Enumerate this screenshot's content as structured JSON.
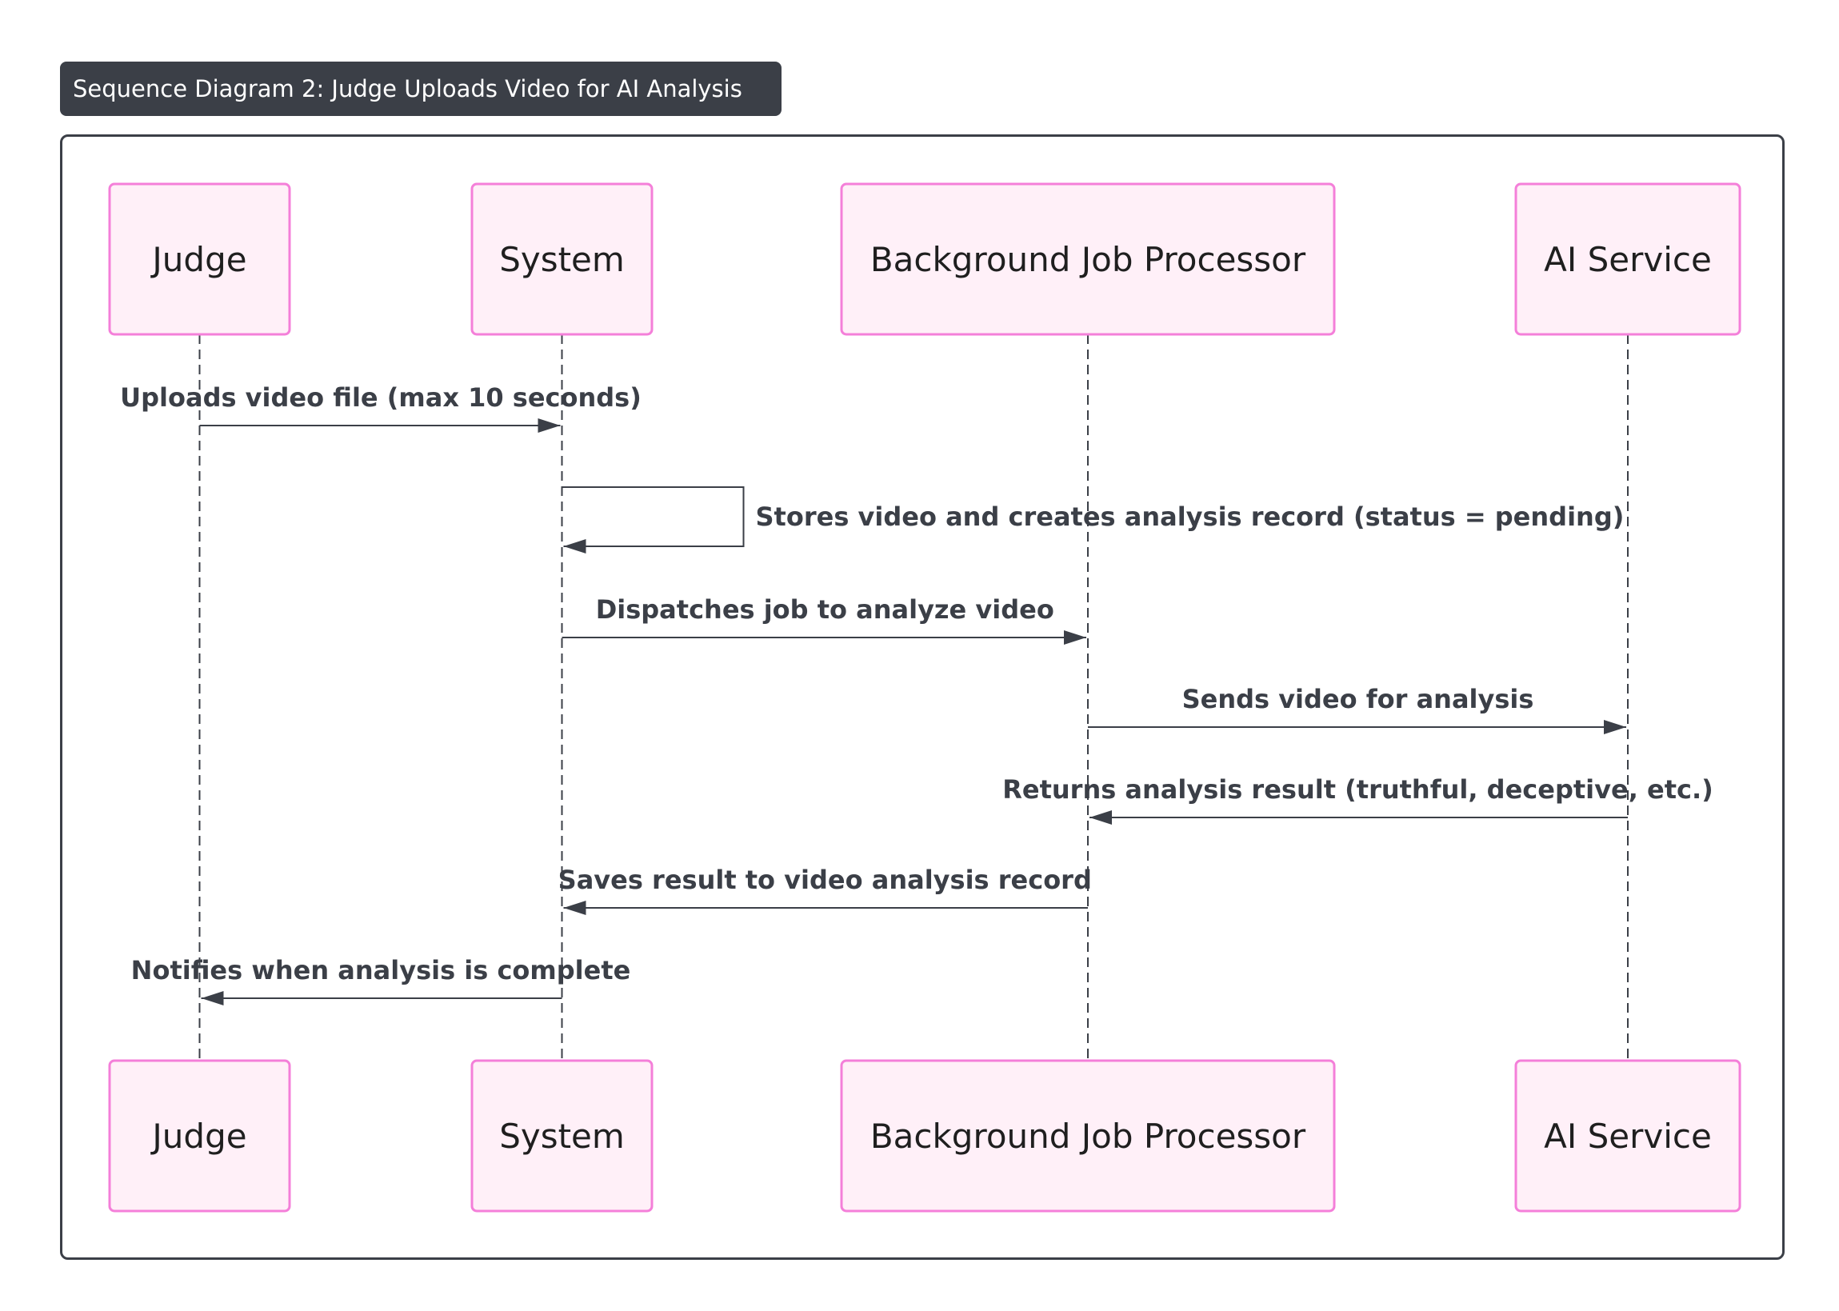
{
  "title": "Sequence Diagram 2: Judge Uploads Video for AI Analysis",
  "actors": [
    {
      "id": "judge",
      "label": "Judge"
    },
    {
      "id": "system",
      "label": "System"
    },
    {
      "id": "bjp",
      "label": "Background Job Processor"
    },
    {
      "id": "ai",
      "label": "AI Service"
    }
  ],
  "messages": [
    {
      "from": "judge",
      "to": "system",
      "label": "Uploads video file (max 10 seconds)"
    },
    {
      "from": "system",
      "to": "system",
      "label": "Stores video and creates analysis record (status = pending)"
    },
    {
      "from": "system",
      "to": "bjp",
      "label": "Dispatches job to analyze video"
    },
    {
      "from": "bjp",
      "to": "ai",
      "label": "Sends video for analysis"
    },
    {
      "from": "ai",
      "to": "bjp",
      "label": "Returns analysis result (truthful, deceptive, etc.)"
    },
    {
      "from": "bjp",
      "to": "system",
      "label": "Saves result to video analysis record"
    },
    {
      "from": "system",
      "to": "judge",
      "label": "Notifies when analysis is complete"
    }
  ],
  "colors": {
    "actor_fill": "#fff0f8",
    "actor_stroke": "#f47fd9",
    "line": "#3b3f47",
    "title_bg": "#3b3f47"
  }
}
